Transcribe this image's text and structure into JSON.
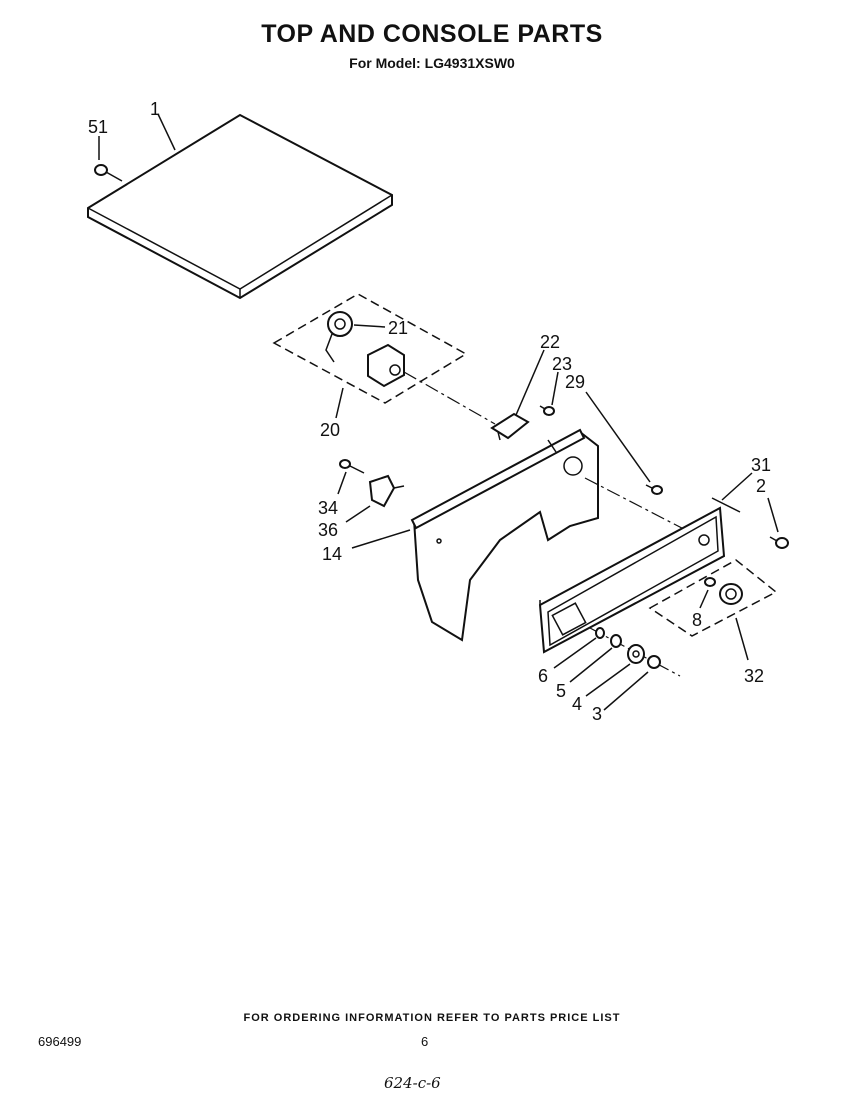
{
  "header": {
    "title": "TOP AND CONSOLE PARTS",
    "subtitle": "For Model: LG4931XSW0"
  },
  "callouts": {
    "p51": "51",
    "p1": "1",
    "p21": "21",
    "p20": "20",
    "p22": "22",
    "p23": "23",
    "p29": "29",
    "p31": "31",
    "p2": "2",
    "p34": "34",
    "p36": "36",
    "p14": "14",
    "p8": "8",
    "p32": "32",
    "p6": "6",
    "p5": "5",
    "p4": "4",
    "p3": "3"
  },
  "footer": {
    "note": "FOR ORDERING INFORMATION REFER TO PARTS PRICE LIST",
    "doc_number": "696499",
    "page_number": "6",
    "handwritten": "624-c-6"
  }
}
